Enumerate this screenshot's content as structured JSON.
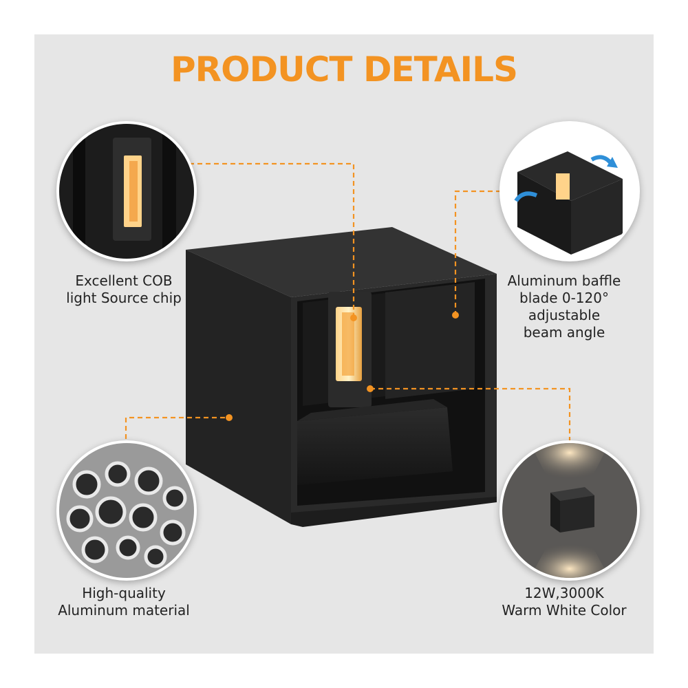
{
  "title": "PRODUCT DETAILS",
  "accent_color": "#f39322",
  "features": {
    "cob_chip": {
      "line1": "Excellent COB",
      "line2": "light Source chip"
    },
    "baffle": {
      "line1": "Aluminum baffle",
      "line2": "blade 0-120°",
      "line3": "adjustable",
      "line4": "beam angle"
    },
    "material": {
      "line1": "High-quality",
      "line2": "Aluminum material"
    },
    "color": {
      "line1": "12W,3000K",
      "line2": "Warm White Color"
    }
  }
}
